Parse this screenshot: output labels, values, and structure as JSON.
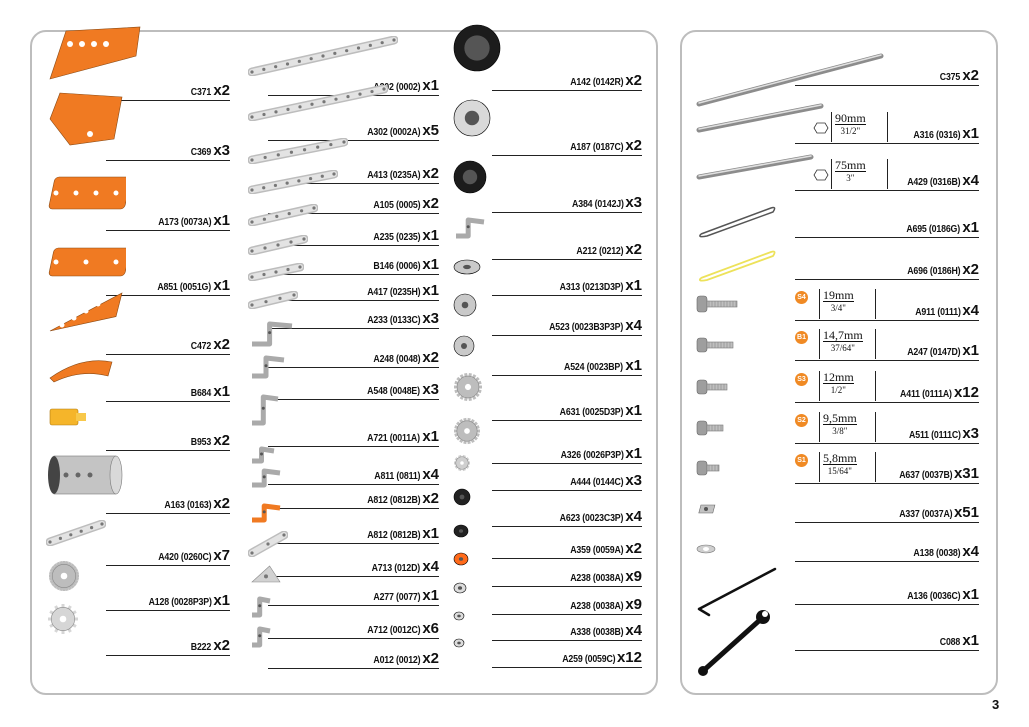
{
  "left_parts": [
    {
      "code": "C371",
      "qty": "x2"
    },
    {
      "code": "C369",
      "qty": "x3"
    },
    {
      "code": "A173 (0073A)",
      "qty": "x1"
    },
    {
      "code": "A851 (0051G)",
      "qty": "x1"
    },
    {
      "code": "C472",
      "qty": "x2"
    },
    {
      "code": "B684",
      "qty": "x1"
    },
    {
      "code": "B953",
      "qty": "x2"
    },
    {
      "code": "A163 (0163)",
      "qty": "x2"
    },
    {
      "code": "A420 (0260C)",
      "qty": "x7"
    },
    {
      "code": "A128 (0028P3P)",
      "qty": "x1"
    },
    {
      "code": "B222",
      "qty": "x2"
    }
  ],
  "middle_parts": [
    {
      "code": "A202 (0002)",
      "qty": "x1"
    },
    {
      "code": "A302 (0002A)",
      "qty": "x5"
    },
    {
      "code": "A413 (0235A)",
      "qty": "x2"
    },
    {
      "code": "A105 (0005)",
      "qty": "x2"
    },
    {
      "code": "A235 (0235)",
      "qty": "x1"
    },
    {
      "code": "B146 (0006)",
      "qty": "x1"
    },
    {
      "code": "A417 (0235H)",
      "qty": "x1"
    },
    {
      "code": "A233 (0133C)",
      "qty": "x3"
    },
    {
      "code": "A248 (0048)",
      "qty": "x2"
    },
    {
      "code": "A548 (0048E)",
      "qty": "x3"
    },
    {
      "code": "A721 (0011A)",
      "qty": "x1"
    },
    {
      "code": "A811 (0811)",
      "qty": "x4"
    },
    {
      "code": "A812 (0812B)",
      "qty": "x2"
    },
    {
      "code": "A812 (0812B)",
      "qty": "x1"
    },
    {
      "code": "A713 (012D)",
      "qty": "x4"
    },
    {
      "code": "A277 (0077)",
      "qty": "x1"
    },
    {
      "code": "A712 (0012C)",
      "qty": "x6"
    },
    {
      "code": "A012 (0012)",
      "qty": "x2"
    }
  ],
  "wheel_parts": [
    {
      "code": "A142 (0142R)",
      "qty": "x2"
    },
    {
      "code": "A187 (0187C)",
      "qty": "x2"
    },
    {
      "code": "A384 (0142J)",
      "qty": "x3"
    },
    {
      "code": "A212 (0212)",
      "qty": "x2"
    },
    {
      "code": "A313 (0213D3P)",
      "qty": "x1"
    },
    {
      "code": "A523 (0023B3P3P)",
      "qty": "x4"
    },
    {
      "code": "A524 (0023BP)",
      "qty": "x1"
    },
    {
      "code": "A631 (0025D3P)",
      "qty": "x1"
    },
    {
      "code": "A326 (0026P3P)",
      "qty": "x1"
    },
    {
      "code": "A444 (0144C)",
      "qty": "x3"
    },
    {
      "code": "A623 (0023C3P)",
      "qty": "x4"
    },
    {
      "code": "A359 (0059A)",
      "qty": "x2"
    },
    {
      "code": "A238 (0038A)",
      "qty": "x9"
    },
    {
      "code": "A238 (0038A)",
      "qty": "x9"
    },
    {
      "code": "A338 (0038B)",
      "qty": "x4"
    },
    {
      "code": "A259 (0059C)",
      "qty": "x12"
    }
  ],
  "right_parts": [
    {
      "code": "C375",
      "qty": "x2"
    },
    {
      "code": "A316 (0316)",
      "qty": "x1",
      "dim": "90mm",
      "dim2": "31/2\""
    },
    {
      "code": "A429 (0316B)",
      "qty": "x4",
      "dim": "75mm",
      "dim2": "3\""
    },
    {
      "code": "A695 (0186G)",
      "qty": "x1"
    },
    {
      "code": "A696 (0186H)",
      "qty": "x2"
    },
    {
      "code": "A911 (0111)",
      "qty": "x4",
      "badge": "S4",
      "dim": "19mm",
      "dim2": "3/4\""
    },
    {
      "code": "A247 (0147D)",
      "qty": "x1",
      "badge": "B1",
      "dim": "14,7mm",
      "dim2": "37/64\""
    },
    {
      "code": "A411 (0111A)",
      "qty": "x12",
      "badge": "S3",
      "dim": "12mm",
      "dim2": "1/2\""
    },
    {
      "code": "A511 (0111C)",
      "qty": "x3",
      "badge": "S2",
      "dim": "9,5mm",
      "dim2": "3/8\""
    },
    {
      "code": "A637 (0037B)",
      "qty": "x31",
      "badge": "S1",
      "dim": "5,8mm",
      "dim2": "15/64\""
    },
    {
      "code": "A337 (0037A)",
      "qty": "x51"
    },
    {
      "code": "A138 (0038)",
      "qty": "x4"
    },
    {
      "code": "A136 (0036C)",
      "qty": "x1"
    },
    {
      "code": "C088",
      "qty": "x1"
    }
  ],
  "page_number": "3",
  "colors": {
    "orange": "#f07a22",
    "steel": "#c9c9c9",
    "black": "#1c1c1c",
    "yellow": "#ede25a",
    "badge": "#f08a24"
  }
}
